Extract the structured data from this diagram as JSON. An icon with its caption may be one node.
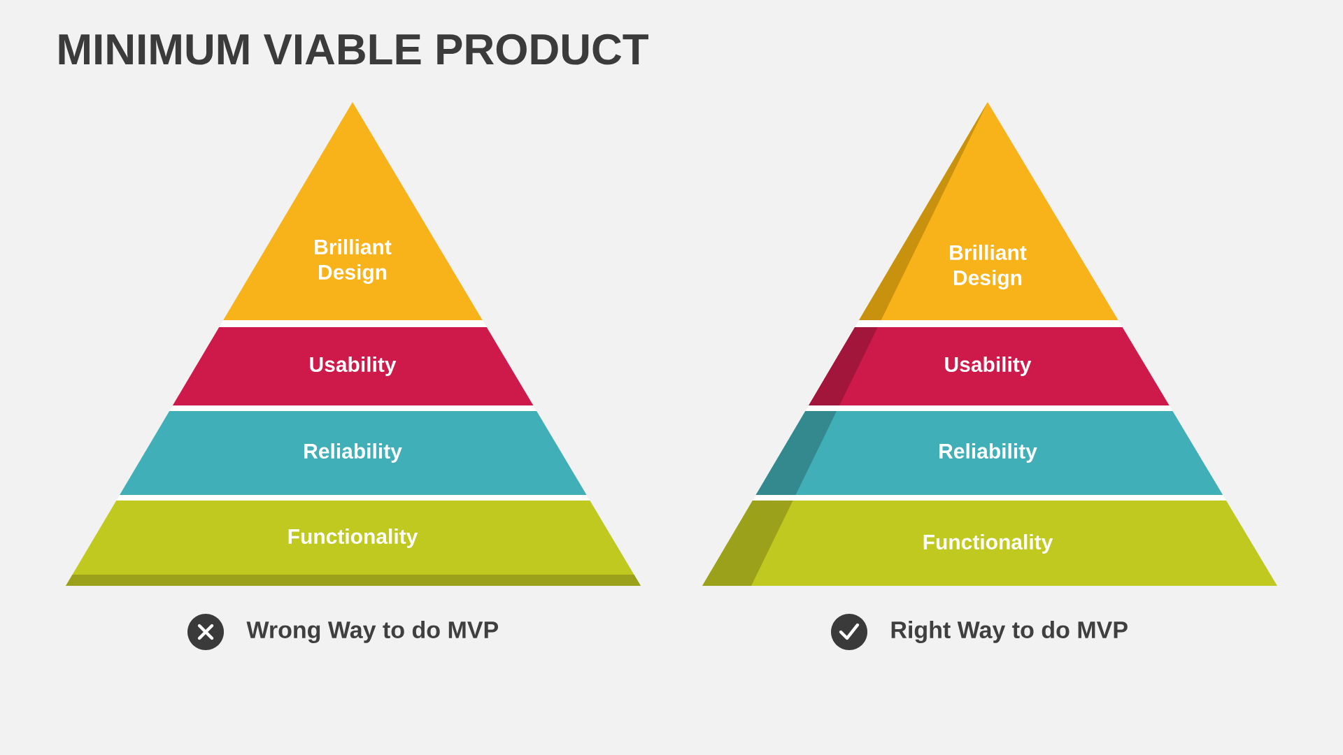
{
  "diagram": {
    "title": "MINIMUM VIABLE PRODUCT",
    "nodes": [
      {
        "text": [
          "Brilliant Design"
        ]
      },
      {
        "text": [
          "Usability"
        ]
      },
      {
        "text": [
          "Reliability"
        ]
      },
      {
        "text": [
          "Functionality"
        ]
      },
      {
        "text": [
          "Brilliant Design"
        ]
      },
      {
        "text": [
          "Usability"
        ]
      },
      {
        "text": [
          "Reliability"
        ]
      },
      {
        "text": [
          "Functionality"
        ]
      }
    ],
    "labels": [
      "Wrong Way to do MVP",
      "Right Way to do MVP"
    ]
  }
}
